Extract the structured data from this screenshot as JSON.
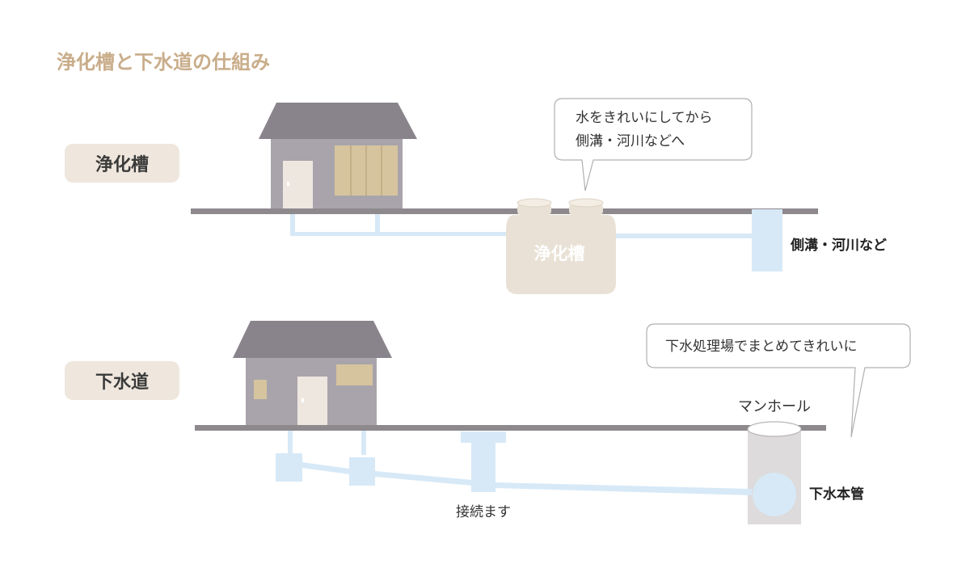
{
  "title": "浄化槽と下水道の仕組み",
  "colors": {
    "title": "#c9ad8a",
    "label_box": "#efe7de",
    "roof": "#89848b",
    "wall": "#a9a4ab",
    "window": "#d6c49e",
    "door": "#eee7e0",
    "ground": "#8d898d",
    "pipe": "#d7e9f7",
    "tank": "#e9e1d5",
    "manhole": "#dddbdb"
  },
  "septic": {
    "label": "浄化槽",
    "tank_label": "浄化槽",
    "callout": [
      "水をきれいにしてから",
      "側溝・河川などへ"
    ],
    "outlet_label": "側溝・河川など"
  },
  "sewer": {
    "label": "下水道",
    "callout": "下水処理場でまとめてきれいに",
    "manhole_label": "マンホール",
    "connection_label": "接続ます",
    "main_pipe_label": "下水本管"
  }
}
